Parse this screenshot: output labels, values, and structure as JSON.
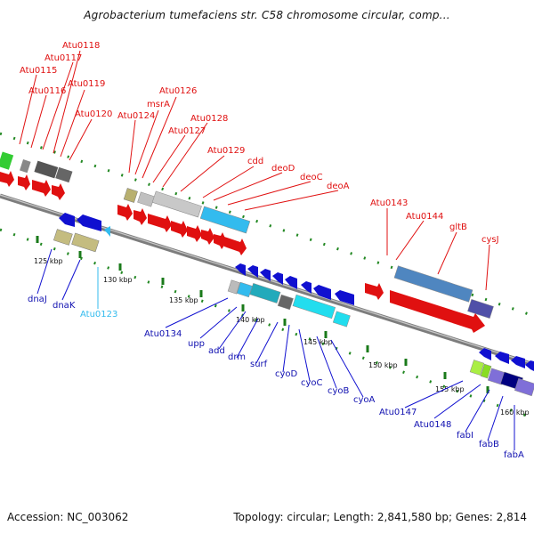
{
  "title": "Agrobacterium tumefaciens str. C58 chromosome circular, comp...",
  "accession": "Accession: NC_003062",
  "topology": "Topology: circular; Length: 2,841,580 bp; Genes: 2,814",
  "colors": {
    "forward": "#e01010",
    "reverse": "#1010d0",
    "dot": "#228822",
    "backbone": "#808080"
  },
  "scale_ticks": [
    "125 kbp",
    "130 kbp",
    "135 kbp",
    "140 kbp",
    "145 kbp",
    "150 kbp",
    "155 kbp",
    "160 kbp"
  ],
  "forward_genes": [
    "Atu0118",
    "Atu0117",
    "Atu0115",
    "Atu0116",
    "Atu0119",
    "Atu0120",
    "Atu0126",
    "msrA",
    "Atu0124",
    "Atu0128",
    "Atu0127",
    "Atu0129",
    "cdd",
    "deoD",
    "deoC",
    "deoA",
    "Atu0143",
    "Atu0144",
    "gltB",
    "cysJ"
  ],
  "reverse_genes": [
    "dnaJ",
    "dnaK",
    "Atu0123",
    "Atu0134",
    "upp",
    "add",
    "drm",
    "surf",
    "cyoD",
    "cyoC",
    "cyoB",
    "cyoA",
    "Atu0147",
    "Atu0148",
    "fabI",
    "fabB",
    "fabA"
  ]
}
